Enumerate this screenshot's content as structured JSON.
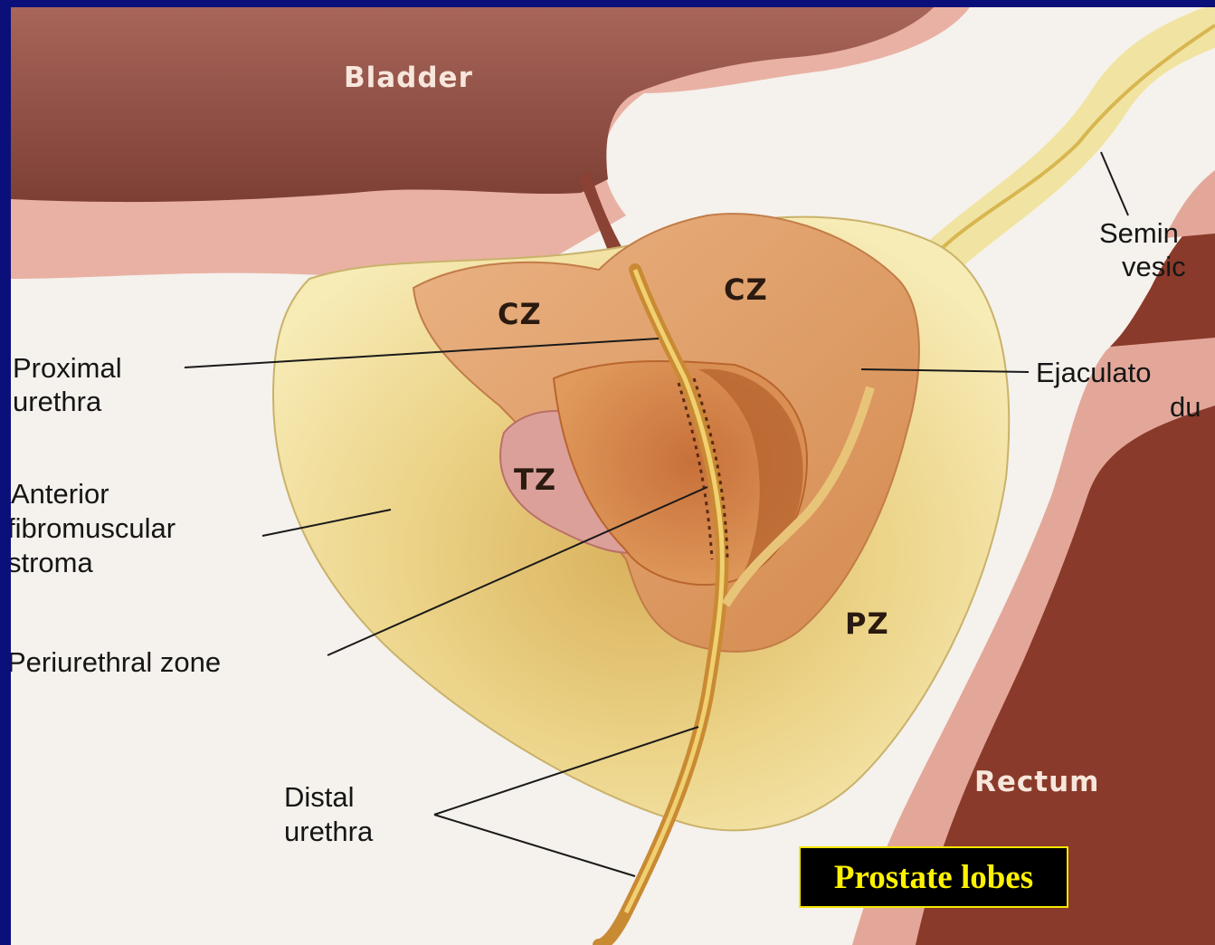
{
  "title_box": "Prostate lobes",
  "organs": {
    "bladder": "Bladder",
    "rectum": "Rectum"
  },
  "zones": {
    "cz_left": "CZ",
    "cz_right": "CZ",
    "tz": "TZ",
    "pz": "PZ"
  },
  "labels": {
    "proximal_urethra_1": "Proximal",
    "proximal_urethra_2": "urethra",
    "anterior_stroma_1": "Anterior",
    "anterior_stroma_2": "fibromuscular",
    "anterior_stroma_3": "stroma",
    "periurethral_zone": "Periurethral zone",
    "distal_urethra_1": "Distal",
    "distal_urethra_2": "urethra",
    "seminal_vesicle_1": "Semin",
    "seminal_vesicle_2": "vesic",
    "ejaculatory_duct_1": "Ejaculato",
    "ejaculatory_duct_2": "du"
  },
  "colors": {
    "frame": "#0b0f7a",
    "bladder_wall": "#9c5a4c",
    "bladder_lining": "#e9b1a4",
    "stroma": "#f1e4a2",
    "central_zone": "#e3a068",
    "transition_zone": "#dca09a",
    "rectum": "#8a3a2a",
    "caption_text": "#fff200"
  }
}
